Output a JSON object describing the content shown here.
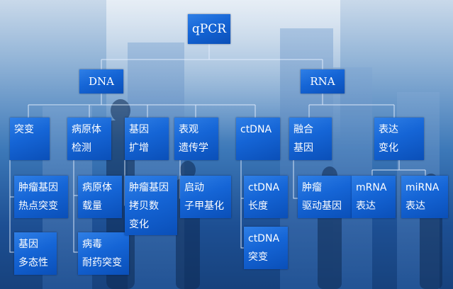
{
  "diagram": {
    "root": "qPCR",
    "level1": {
      "dna": "DNA",
      "rna": "RNA"
    },
    "level2": {
      "mutation": [
        "突变"
      ],
      "pathogen_detection": [
        "病原体",
        "检测"
      ],
      "gene_amplification": [
        "基因",
        "扩增"
      ],
      "epigenetics": [
        "表观",
        "遗传学"
      ],
      "ctdna": [
        "ctDNA"
      ],
      "fusion_gene": [
        "融合",
        "基因"
      ],
      "expression_change": [
        "表达",
        "变化"
      ]
    },
    "level3": {
      "tumor_hotspot": [
        "肿瘤基因",
        "热点突变"
      ],
      "polymorphism": [
        "基因",
        "多态性"
      ],
      "pathogen_load": [
        "病原体",
        "载量"
      ],
      "virus_resistance": [
        "病毒",
        "耐药突变"
      ],
      "copy_number": [
        "肿瘤基因",
        "拷贝数",
        "变化"
      ],
      "promoter_methylation": [
        "启动",
        "子甲基化"
      ],
      "ctdna_length": [
        "ctDNA",
        "长度"
      ],
      "ctdna_mutation": [
        "ctDNA",
        "突变"
      ],
      "driver_gene": [
        "肿瘤",
        "驱动基因"
      ],
      "mrna_expression": [
        "mRNA",
        "表达"
      ],
      "mirna_expression": [
        "miRNA",
        "表达"
      ]
    }
  }
}
